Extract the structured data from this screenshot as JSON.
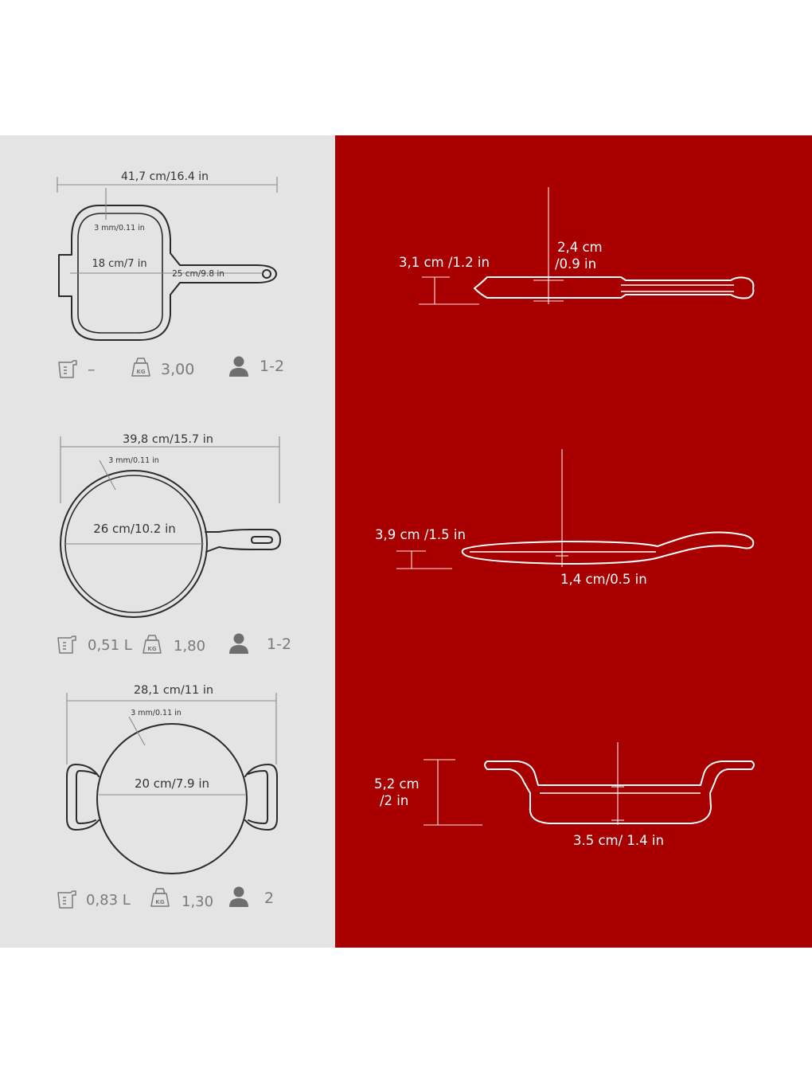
{
  "colors": {
    "left_bg": "#e4e4e4",
    "right_bg": "#a80000",
    "outline": "#2a2a2a",
    "spec_text": "#7a7a7a"
  },
  "products": [
    {
      "top": {
        "total_length": "41,7 cm/16.4 in",
        "thickness": "3 mm/0.11 in",
        "inner_width": "18 cm/7 in",
        "handle_length": "25 cm/9.8 in"
      },
      "specs": {
        "volume": "–",
        "weight": "3,00",
        "servings": "1-2"
      },
      "side": {
        "depth": "3,1 cm /1.2 in",
        "height_line1": "2,4 cm",
        "height_line2": "/0.9 in"
      }
    },
    {
      "top": {
        "total_length": "39,8 cm/15.7 in",
        "thickness": "3 mm/0.11 in",
        "inner_width": "26 cm/10.2 in"
      },
      "specs": {
        "volume": "0,51 L",
        "weight": "1,80",
        "servings": "1-2"
      },
      "side": {
        "depth": "3,9 cm /1.5 in",
        "height": "1,4 cm/0.5 in"
      }
    },
    {
      "top": {
        "total_length": "28,1 cm/11 in",
        "thickness": "3 mm/0.11 in",
        "inner_width": "20 cm/7.9 in"
      },
      "specs": {
        "volume": "0,83 L",
        "weight": "1,30",
        "servings": "2"
      },
      "side": {
        "depth_line1": "5,2 cm",
        "depth_line2": "/2 in",
        "height": "3.5 cm/ 1.4 in"
      }
    }
  ],
  "icons": {
    "volume": "measuring-cup-icon",
    "weight": "kettlebell-kg-icon",
    "servings": "person-icon",
    "kg_label": "KG"
  }
}
